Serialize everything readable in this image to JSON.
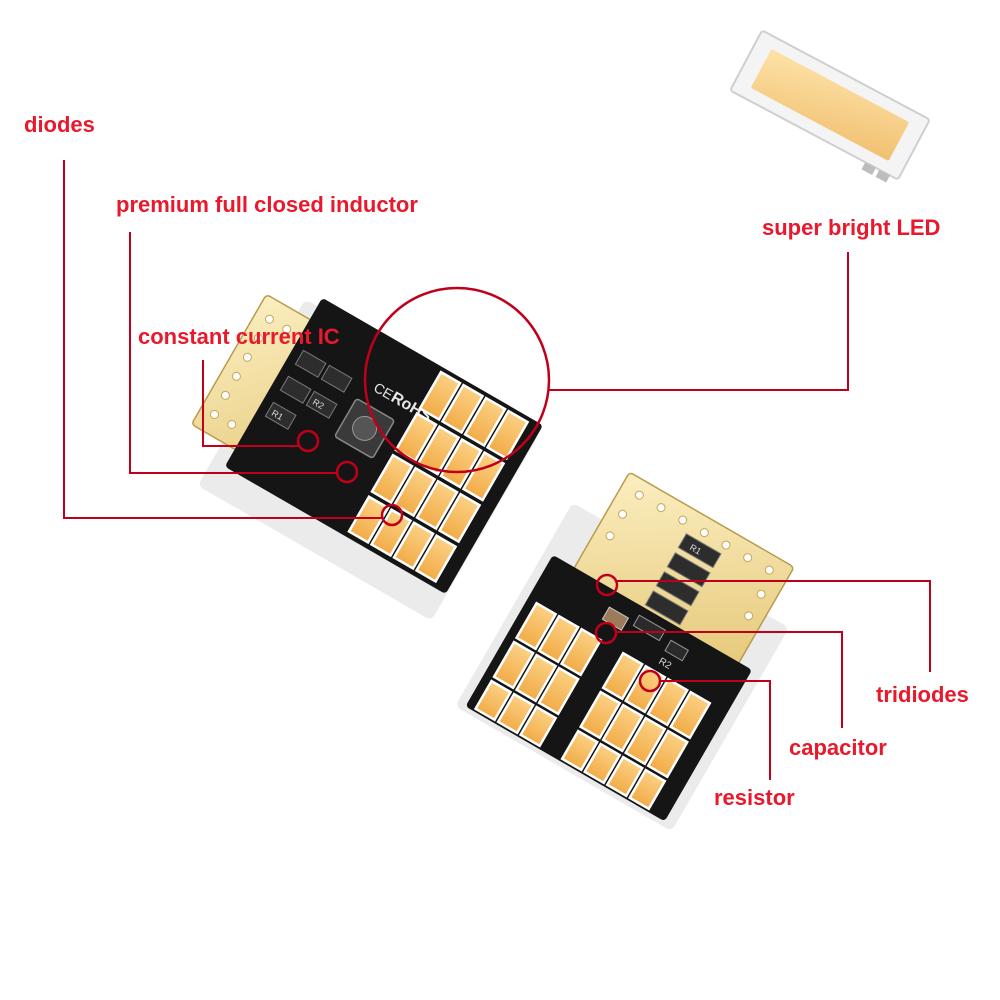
{
  "labels": {
    "diodes": "diodes",
    "inductor": "premium full closed inductor",
    "ic": "constant current IC",
    "led": "super bright LED",
    "tridiodes": "tridiodes",
    "capacitor": "capacitor",
    "resistor": "resistor"
  },
  "board_marks": {
    "rohs": "RoHS",
    "ce": "CE",
    "r1": "R1",
    "r2": "R2",
    "r2b": "R2"
  },
  "colors": {
    "label_red": "#e8192c",
    "leader_red": "#c0001a",
    "led_amber": "#f6b955",
    "led_edge": "#ffffff",
    "pcb_black": "#151515",
    "gold_pad": "#f2dc9a"
  }
}
